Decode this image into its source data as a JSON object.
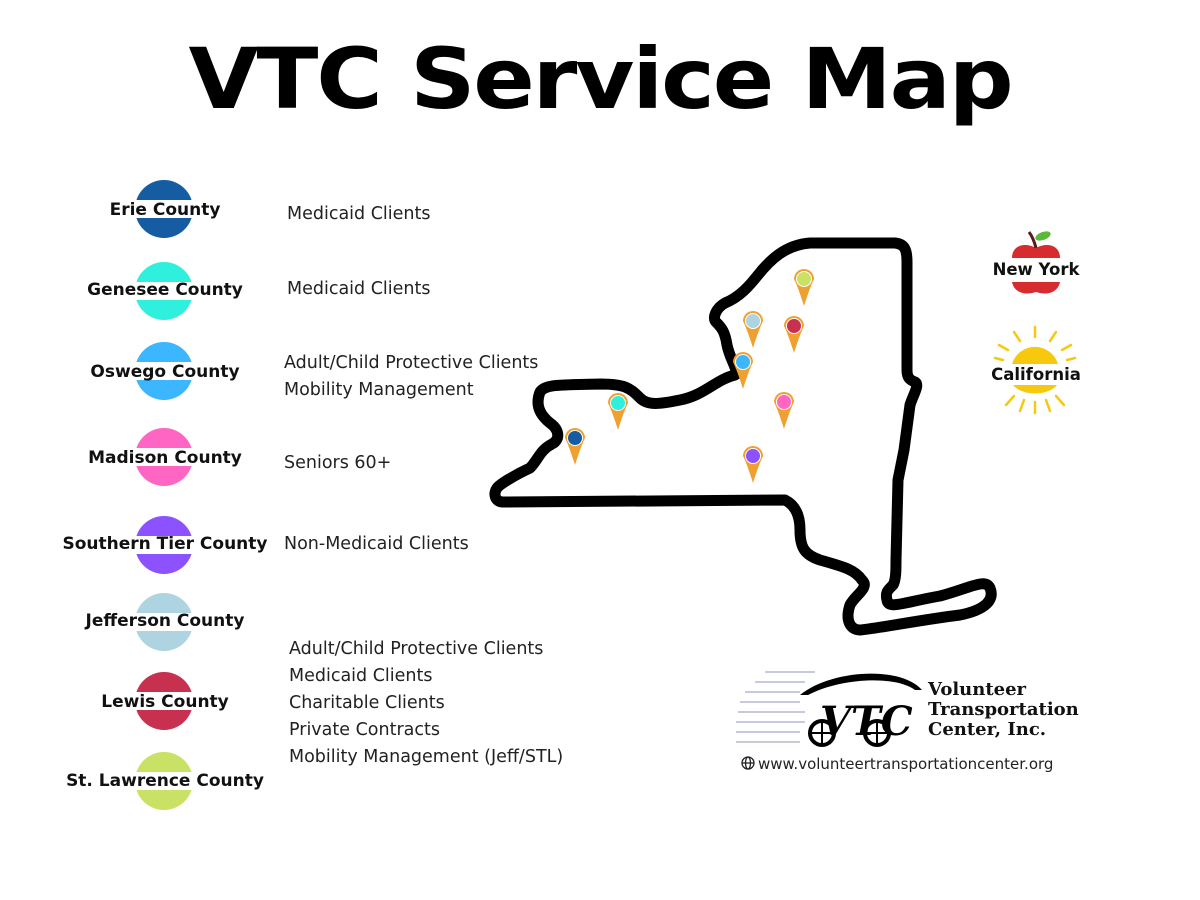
{
  "title": "VTC Service Map",
  "counties": [
    {
      "name": "Erie County",
      "color": "#155ca3"
    },
    {
      "name": "Genesee County",
      "color": "#2ff0dc"
    },
    {
      "name": "Oswego County",
      "color": "#3bb6ff"
    },
    {
      "name": "Madison County",
      "color": "#ff66c4"
    },
    {
      "name": "Southern Tier County",
      "color": "#8c52ff"
    },
    {
      "name": "Jefferson County",
      "color": "#add4e0"
    },
    {
      "name": "Lewis County",
      "color": "#c7304f"
    },
    {
      "name": "St. Lawrence County",
      "color": "#c9e265"
    }
  ],
  "services": {
    "erie": [
      "Medicaid Clients"
    ],
    "genesee": [
      "Medicaid Clients"
    ],
    "oswego": [
      "Adult/Child Protective Clients",
      "Mobility Management"
    ],
    "madison": [
      "Seniors 60+"
    ],
    "southern_tier": [
      "Non-Medicaid Clients"
    ],
    "north_country": [
      "Adult/Child Protective Clients",
      "Medicaid Clients",
      "Charitable Clients",
      "Private Contracts",
      "Mobility Management (Jeff/STL)"
    ]
  },
  "map": {
    "pin_color": "#f0a030",
    "pins": [
      {
        "county": "Erie County",
        "color": "#155ca3"
      },
      {
        "county": "Genesee County",
        "color": "#2ff0dc"
      },
      {
        "county": "Oswego County",
        "color": "#3bb6ff"
      },
      {
        "county": "Madison County",
        "color": "#ff66c4"
      },
      {
        "county": "Southern Tier County",
        "color": "#8c52ff"
      },
      {
        "county": "Jefferson County",
        "color": "#add4e0"
      },
      {
        "county": "Lewis County",
        "color": "#c7304f"
      },
      {
        "county": "St. Lawrence County",
        "color": "#c9e265"
      }
    ]
  },
  "states": [
    {
      "name": "New York",
      "icon": "apple-icon"
    },
    {
      "name": "California",
      "icon": "sun-icon"
    }
  ],
  "logo": {
    "line1": "Volunteer",
    "line2": "Transportation",
    "line3": "Center, Inc.",
    "url": "www.volunteertransportationcenter.org"
  }
}
